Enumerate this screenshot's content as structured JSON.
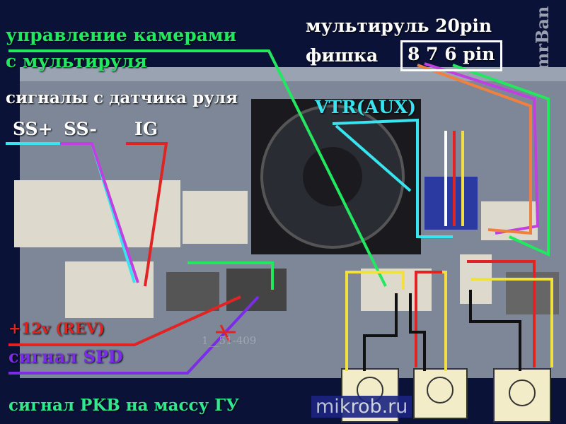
{
  "labels": {
    "camera_control_1": "управление камерами",
    "camera_control_2": "с мультируля",
    "steering_sensor": "сигналы с датчика руля",
    "ss_plus": "SS+",
    "ss_minus": "SS-",
    "ig": "IG",
    "multiwheel": "мультируль 20pin",
    "connector": "фишка",
    "pins": "8 7 6 pin",
    "vtr": "VTR(AUX)",
    "rev": "+12v (REV)",
    "spd": "сигнал SPD",
    "pkb": "сигнал PKB на массу ГУ",
    "part_number": "1__51-409"
  },
  "watermarks": {
    "author": "mrBan",
    "site": "mikrob.ru"
  },
  "colors": {
    "camera": "#22e860",
    "ss_plus": "#38e4f0",
    "ss_minus": "#c040e0",
    "ig": "#e02424",
    "rev": "#e02424",
    "spd": "#7a2ce8",
    "orange": "#f08040",
    "yellow": "#f0e040"
  }
}
